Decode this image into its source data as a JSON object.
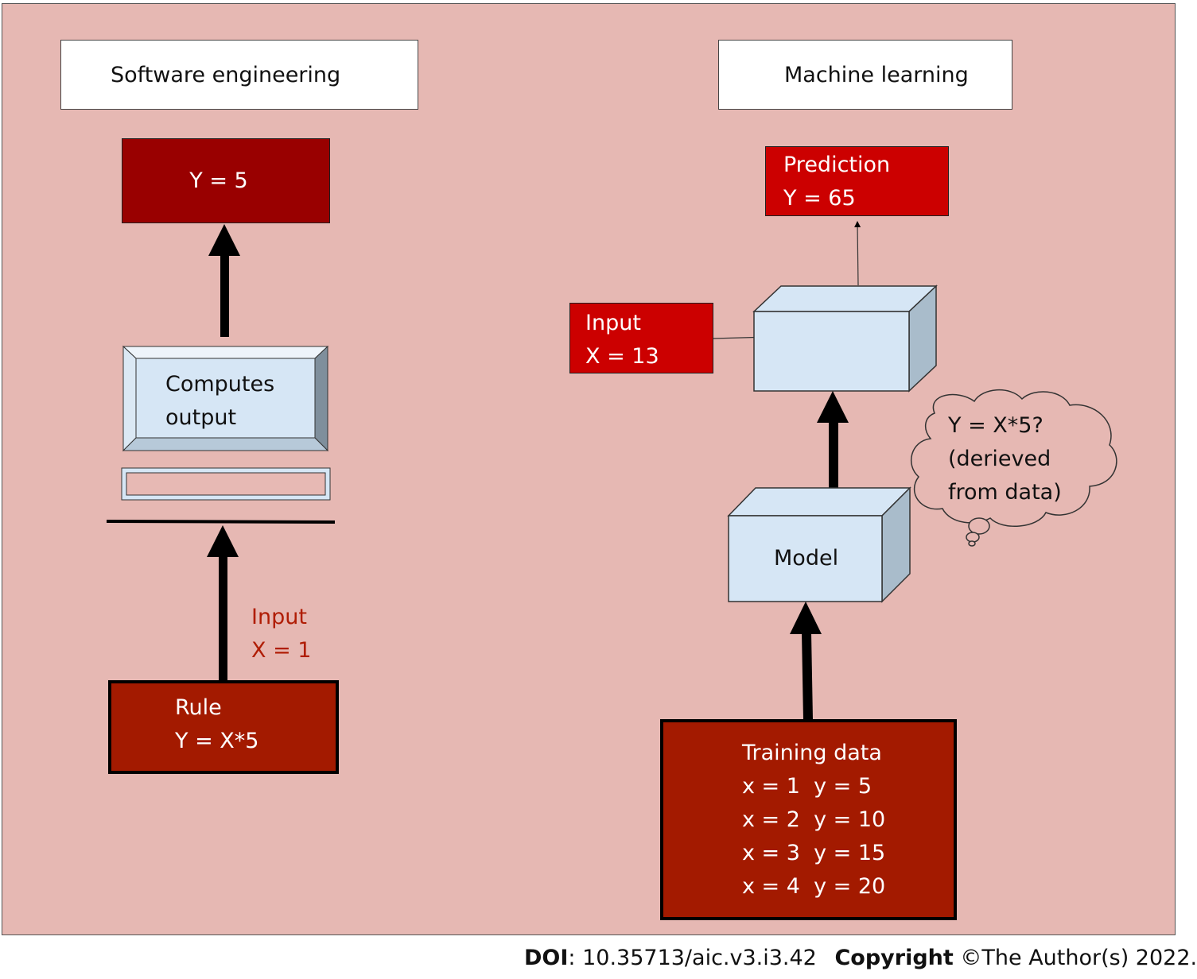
{
  "software_engineering": {
    "title": "Software engineering",
    "output": "Y = 5",
    "computer_label": [
      "Computes",
      "output"
    ],
    "input_label": [
      "Input",
      "X = 1"
    ],
    "rule": [
      "Rule",
      "Y = X*5"
    ]
  },
  "machine_learning": {
    "title": "Machine learning",
    "prediction": [
      "Prediction",
      "Y = 65"
    ],
    "input": [
      "Input",
      "X = 13"
    ],
    "model_label": "Model",
    "thought": [
      "Y = X*5?",
      "(derieved",
      "from data)"
    ],
    "training": [
      "Training data",
      "x = 1  y = 5",
      "x = 2  y = 10",
      "x = 3  y = 15",
      "x = 4  y = 20"
    ]
  },
  "footer": {
    "doi_label": "DOI",
    "doi_value": ": 10.35713/aic.v3.i3.42",
    "copyright_label": "Copyright",
    "copyright_value": "©The Author(s) 2022."
  },
  "colors": {
    "background": "#e6b8b3",
    "dark_red": "#990000",
    "red": "#cc0000",
    "brick": "#a31a00",
    "light_blue": "#d6e6f5",
    "side_blue": "#a9bccb"
  }
}
